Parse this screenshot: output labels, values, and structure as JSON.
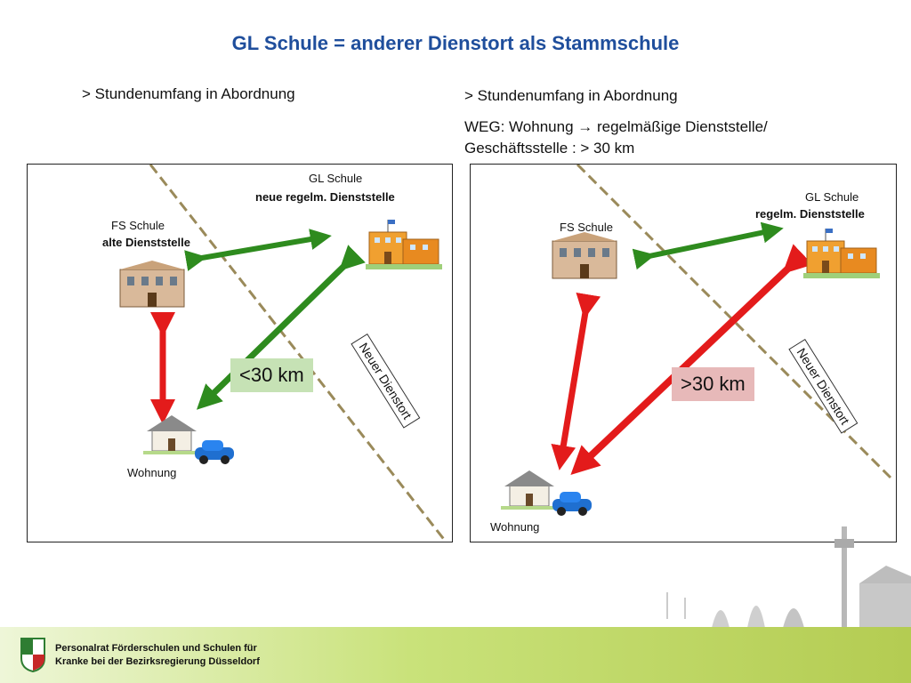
{
  "title": "GL  Schule =  anderer Dienstort als Stammschule",
  "left": {
    "heading": ">  Stundenumfang  in  Abordnung",
    "gl_school": "GL Schule",
    "new_office": "neue regelm. Dienststelle",
    "fs_school": "FS Schule",
    "old_office": "alte Dienststelle",
    "home": "Wohnung",
    "distance": "<30 km",
    "new_site": "Neuer Dienstort"
  },
  "right": {
    "heading": ">  Stundenumfang  in  Abordnung",
    "weg_line1": "WEG: Wohnung  →  regelmäßige  Dienststelle/",
    "weg_line2": "Geschäftsstelle  :  >  30  km",
    "gl_school": "GL Schule",
    "new_office": "regelm. Dienststelle",
    "fs_school": "FS Schule",
    "home": "Wohnung",
    "distance": ">30 km",
    "new_site": "Neuer Dienstort"
  },
  "footer": {
    "line1": "Personalrat Förderschulen und Schulen für",
    "line2": "Kranke bei der Bezirksregierung Düsseldorf"
  },
  "colors": {
    "title": "#1f4e9c",
    "arrow_green": "#2e8b1e",
    "arrow_red": "#e31b1b",
    "dash_line": "#9a8a5a",
    "distance_green_bg": "#c6e2b5",
    "distance_red_bg": "#e7b9b9"
  },
  "icons": [
    "old-school-building-icon",
    "new-school-building-icon",
    "house-icon",
    "car-icon",
    "nrw-crest-icon"
  ]
}
